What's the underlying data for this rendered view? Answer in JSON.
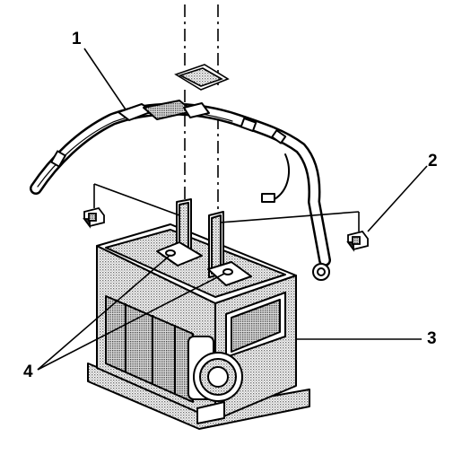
{
  "callouts": {
    "c1": "1",
    "c2": "2",
    "c3": "3",
    "c4": "4"
  },
  "colors": {
    "line": "#000000",
    "stipple": "#8a8a8a",
    "paper": "#ffffff"
  }
}
